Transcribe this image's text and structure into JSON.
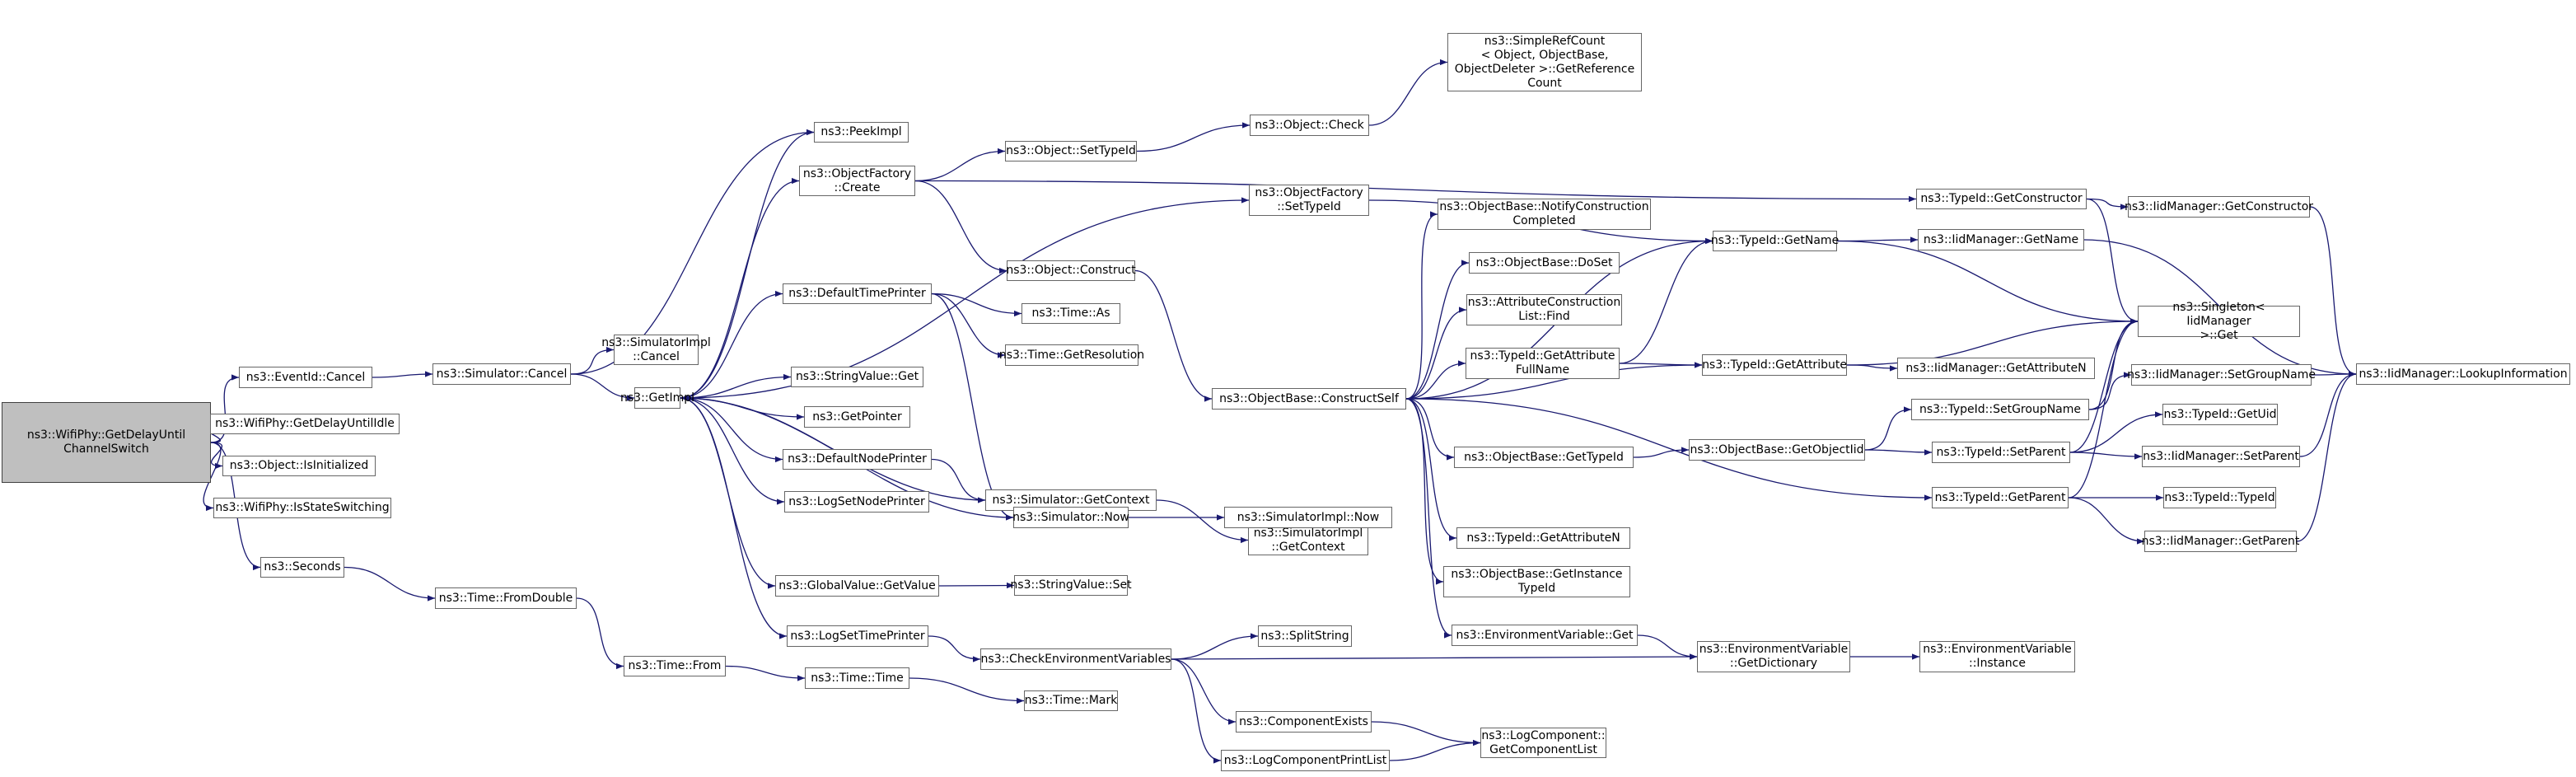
{
  "graph": {
    "edge_color": "#191970",
    "root_fill": "#bfbfbf",
    "nodes": [
      {
        "id": "getdelay",
        "label": "ns3::WifiPhy::GetDelayUntil\nChannelSwitch",
        "root": true
      },
      {
        "id": "eventid_cancel",
        "label": "ns3::EventId::Cancel"
      },
      {
        "id": "getdelayuntilidle",
        "label": "ns3::WifiPhy::GetDelayUntilIdle"
      },
      {
        "id": "object_isinit",
        "label": "ns3::Object::IsInitialized"
      },
      {
        "id": "isstateswitching",
        "label": "ns3::WifiPhy::IsStateSwitching"
      },
      {
        "id": "seconds",
        "label": "ns3::Seconds"
      },
      {
        "id": "sim_cancel",
        "label": "ns3::Simulator::Cancel"
      },
      {
        "id": "time_fromdouble",
        "label": "ns3::Time::FromDouble"
      },
      {
        "id": "simimpl_cancel",
        "label": "ns3::SimulatorImpl\n::Cancel"
      },
      {
        "id": "getimpl",
        "label": "ns3::GetImpl"
      },
      {
        "id": "time_from",
        "label": "ns3::Time::From"
      },
      {
        "id": "peekimpl",
        "label": "ns3::PeekImpl"
      },
      {
        "id": "of_create",
        "label": "ns3::ObjectFactory\n::Create"
      },
      {
        "id": "defaulttimeprinter",
        "label": "ns3::DefaultTimePrinter"
      },
      {
        "id": "stringvalue_get",
        "label": "ns3::StringValue::Get"
      },
      {
        "id": "getpointer",
        "label": "ns3::GetPointer"
      },
      {
        "id": "defaultnodeprinter",
        "label": "ns3::DefaultNodePrinter"
      },
      {
        "id": "logsetnodeprinter",
        "label": "ns3::LogSetNodePrinter"
      },
      {
        "id": "globalvalue_getvalue",
        "label": "ns3::GlobalValue::GetValue"
      },
      {
        "id": "logsettimeprinter",
        "label": "ns3::LogSetTimePrinter"
      },
      {
        "id": "time_time",
        "label": "ns3::Time::Time"
      },
      {
        "id": "object_settypeid",
        "label": "ns3::Object::SetTypeId"
      },
      {
        "id": "object_construct",
        "label": "ns3::Object::Construct"
      },
      {
        "id": "time_as",
        "label": "ns3::Time::As"
      },
      {
        "id": "time_getresolution",
        "label": "ns3::Time::GetResolution"
      },
      {
        "id": "sim_getcontext",
        "label": "ns3::Simulator::GetContext"
      },
      {
        "id": "sim_now",
        "label": "ns3::Simulator::Now"
      },
      {
        "id": "stringvalue_set",
        "label": "ns3::StringValue::Set"
      },
      {
        "id": "checkenv",
        "label": "ns3::CheckEnvironmentVariables"
      },
      {
        "id": "time_mark",
        "label": "ns3::Time::Mark"
      },
      {
        "id": "object_check",
        "label": "ns3::Object::Check"
      },
      {
        "id": "of_settypeid",
        "label": "ns3::ObjectFactory\n::SetTypeId"
      },
      {
        "id": "ob_constructself",
        "label": "ns3::ObjectBase::ConstructSelf"
      },
      {
        "id": "simimpl_getcontext",
        "label": "ns3::SimulatorImpl\n::GetContext"
      },
      {
        "id": "simimpl_now",
        "label": "ns3::SimulatorImpl::Now"
      },
      {
        "id": "splitstring",
        "label": "ns3::SplitString"
      },
      {
        "id": "componentexists",
        "label": "ns3::ComponentExists"
      },
      {
        "id": "logcomponentprintlist",
        "label": "ns3::LogComponentPrintList"
      },
      {
        "id": "simplerefcount",
        "label": "ns3::SimpleRefCount\n< Object, ObjectBase,\n ObjectDeleter >::GetReference\nCount"
      },
      {
        "id": "ob_notifyconstruction",
        "label": "ns3::ObjectBase::NotifyConstruction\nCompleted"
      },
      {
        "id": "ob_doset",
        "label": "ns3::ObjectBase::DoSet"
      },
      {
        "id": "attrconstructionlist_find",
        "label": "ns3::AttributeConstruction\nList::Find"
      },
      {
        "id": "typeid_getattributefullname",
        "label": "ns3::TypeId::GetAttribute\nFullName"
      },
      {
        "id": "ob_gettypeid",
        "label": "ns3::ObjectBase::GetTypeId"
      },
      {
        "id": "typeid_getattributen",
        "label": "ns3::TypeId::GetAttributeN"
      },
      {
        "id": "ob_getinstancetypeid",
        "label": "ns3::ObjectBase::GetInstance\nTypeId"
      },
      {
        "id": "envvar_get",
        "label": "ns3::EnvironmentVariable::Get"
      },
      {
        "id": "logcomponent_getcomponentlist",
        "label": "ns3::LogComponent::\nGetComponentList"
      },
      {
        "id": "typeid_getname",
        "label": "ns3::TypeId::GetName"
      },
      {
        "id": "typeid_getattribute",
        "label": "ns3::TypeId::GetAttribute"
      },
      {
        "id": "ob_getobjectiid",
        "label": "ns3::ObjectBase::GetObjectIid"
      },
      {
        "id": "envvar_getdictionary",
        "label": "ns3::EnvironmentVariable\n::GetDictionary"
      },
      {
        "id": "typeid_getconstructor",
        "label": "ns3::TypeId::GetConstructor"
      },
      {
        "id": "typeid_setgroupname",
        "label": "ns3::TypeId::SetGroupName"
      },
      {
        "id": "typeid_setparent",
        "label": "ns3::TypeId::SetParent"
      },
      {
        "id": "typeid_getparent",
        "label": "ns3::TypeId::GetParent"
      },
      {
        "id": "envvar_instance",
        "label": "ns3::EnvironmentVariable\n::Instance"
      },
      {
        "id": "iidmgr_getconstructor",
        "label": "ns3::IidManager::GetConstructor"
      },
      {
        "id": "iidmgr_getname",
        "label": "ns3::IidManager::GetName"
      },
      {
        "id": "iidmgr_getattributen",
        "label": "ns3::IidManager::GetAttributeN"
      },
      {
        "id": "singleton_get",
        "label": "ns3::Singleton< IidManager\n >::Get"
      },
      {
        "id": "iidmgr_setgroupname",
        "label": "ns3::IidManager::SetGroupName"
      },
      {
        "id": "typeid_getuid",
        "label": "ns3::TypeId::GetUid"
      },
      {
        "id": "iidmgr_setparent",
        "label": "ns3::IidManager::SetParent"
      },
      {
        "id": "typeid_typeid",
        "label": "ns3::TypeId::TypeId"
      },
      {
        "id": "iidmgr_getparent",
        "label": "ns3::IidManager::GetParent"
      },
      {
        "id": "iidmgr_lookupinformation",
        "label": "ns3::IidManager::LookupInformation"
      }
    ],
    "edges": [
      [
        "getdelay",
        "eventid_cancel"
      ],
      [
        "getdelay",
        "getdelayuntilidle"
      ],
      [
        "getdelay",
        "object_isinit"
      ],
      [
        "getdelay",
        "isstateswitching"
      ],
      [
        "getdelay",
        "seconds"
      ],
      [
        "eventid_cancel",
        "sim_cancel"
      ],
      [
        "seconds",
        "time_fromdouble"
      ],
      [
        "sim_cancel",
        "simimpl_cancel"
      ],
      [
        "sim_cancel",
        "getimpl"
      ],
      [
        "sim_cancel",
        "peekimpl"
      ],
      [
        "time_fromdouble",
        "time_from"
      ],
      [
        "time_from",
        "time_time"
      ],
      [
        "time_time",
        "time_mark"
      ],
      [
        "getimpl",
        "peekimpl"
      ],
      [
        "getimpl",
        "of_create"
      ],
      [
        "getimpl",
        "defaulttimeprinter"
      ],
      [
        "getimpl",
        "stringvalue_get"
      ],
      [
        "getimpl",
        "getpointer"
      ],
      [
        "getimpl",
        "defaultnodeprinter"
      ],
      [
        "getimpl",
        "logsetnodeprinter"
      ],
      [
        "getimpl",
        "globalvalue_getvalue"
      ],
      [
        "getimpl",
        "logsettimeprinter"
      ],
      [
        "getimpl",
        "of_settypeid"
      ],
      [
        "of_create",
        "object_settypeid"
      ],
      [
        "of_create",
        "object_construct"
      ],
      [
        "of_create",
        "typeid_getconstructor"
      ],
      [
        "object_settypeid",
        "object_check"
      ],
      [
        "object_check",
        "simplerefcount"
      ],
      [
        "object_construct",
        "ob_constructself"
      ],
      [
        "defaulttimeprinter",
        "time_as"
      ],
      [
        "defaulttimeprinter",
        "time_getresolution"
      ],
      [
        "defaulttimeprinter",
        "sim_now"
      ],
      [
        "defaultnodeprinter",
        "sim_getcontext"
      ],
      [
        "sim_getcontext",
        "simimpl_getcontext"
      ],
      [
        "sim_getcontext",
        "getimpl"
      ],
      [
        "sim_now",
        "simimpl_now"
      ],
      [
        "sim_now",
        "getimpl"
      ],
      [
        "globalvalue_getvalue",
        "stringvalue_set"
      ],
      [
        "logsettimeprinter",
        "checkenv"
      ],
      [
        "checkenv",
        "splitstring"
      ],
      [
        "checkenv",
        "componentexists"
      ],
      [
        "checkenv",
        "logcomponentprintlist"
      ],
      [
        "checkenv",
        "envvar_getdictionary"
      ],
      [
        "componentexists",
        "logcomponent_getcomponentlist"
      ],
      [
        "logcomponentprintlist",
        "logcomponent_getcomponentlist"
      ],
      [
        "of_settypeid",
        "typeid_getname"
      ],
      [
        "ob_constructself",
        "typeid_getname"
      ],
      [
        "ob_constructself",
        "ob_notifyconstruction"
      ],
      [
        "ob_constructself",
        "ob_doset"
      ],
      [
        "ob_constructself",
        "attrconstructionlist_find"
      ],
      [
        "ob_constructself",
        "typeid_getattributefullname"
      ],
      [
        "ob_constructself",
        "typeid_getattribute"
      ],
      [
        "ob_constructself",
        "ob_gettypeid"
      ],
      [
        "ob_constructself",
        "typeid_getparent"
      ],
      [
        "ob_constructself",
        "typeid_getattributen"
      ],
      [
        "ob_constructself",
        "ob_getinstancetypeid"
      ],
      [
        "ob_constructself",
        "envvar_get"
      ],
      [
        "typeid_getattributefullname",
        "typeid_getname"
      ],
      [
        "typeid_getattributefullname",
        "typeid_getattribute"
      ],
      [
        "ob_gettypeid",
        "ob_getobjectiid"
      ],
      [
        "ob_getobjectiid",
        "typeid_setgroupname"
      ],
      [
        "ob_getobjectiid",
        "typeid_setparent"
      ],
      [
        "envvar_get",
        "envvar_getdictionary"
      ],
      [
        "envvar_getdictionary",
        "envvar_instance"
      ],
      [
        "typeid_getname",
        "iidmgr_getname"
      ],
      [
        "typeid_getname",
        "singleton_get"
      ],
      [
        "typeid_getattribute",
        "iidmgr_getattributen"
      ],
      [
        "typeid_getattribute",
        "singleton_get"
      ],
      [
        "typeid_getconstructor",
        "iidmgr_getconstructor"
      ],
      [
        "typeid_getconstructor",
        "singleton_get"
      ],
      [
        "typeid_setgroupname",
        "iidmgr_setgroupname"
      ],
      [
        "typeid_setgroupname",
        "singleton_get"
      ],
      [
        "typeid_setparent",
        "typeid_getuid"
      ],
      [
        "typeid_setparent",
        "iidmgr_setparent"
      ],
      [
        "typeid_setparent",
        "singleton_get"
      ],
      [
        "typeid_getparent",
        "typeid_typeid"
      ],
      [
        "typeid_getparent",
        "iidmgr_getparent"
      ],
      [
        "typeid_getparent",
        "singleton_get"
      ],
      [
        "iidmgr_getconstructor",
        "iidmgr_lookupinformation"
      ],
      [
        "iidmgr_getname",
        "iidmgr_lookupinformation"
      ],
      [
        "iidmgr_setgroupname",
        "iidmgr_lookupinformation"
      ],
      [
        "iidmgr_setparent",
        "iidmgr_lookupinformation"
      ],
      [
        "iidmgr_getparent",
        "iidmgr_lookupinformation"
      ]
    ]
  }
}
